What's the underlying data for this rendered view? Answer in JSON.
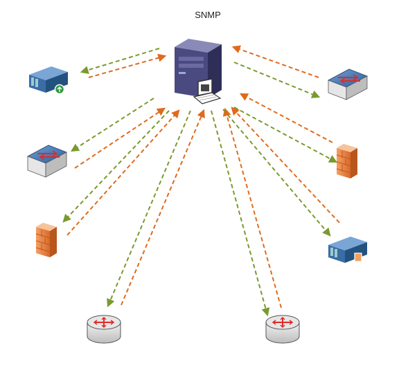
{
  "title": "SNMP",
  "colors": {
    "request_arrow": "#7a9a2e",
    "response_arrow": "#e06a1c",
    "server_body": "#3a3a66",
    "router_body": "#d9d9d9",
    "switch_top": "#4e7fb5",
    "firewall": "#e8863a"
  },
  "nodes": [
    {
      "id": "manager",
      "icon": "snmp-manager-server-icon"
    },
    {
      "id": "server-left",
      "icon": "rack-server-icon"
    },
    {
      "id": "switch-left",
      "icon": "network-switch-icon"
    },
    {
      "id": "firewall-left",
      "icon": "firewall-icon"
    },
    {
      "id": "router-left",
      "icon": "router-icon"
    },
    {
      "id": "router-right",
      "icon": "router-icon"
    },
    {
      "id": "server-right",
      "icon": "rack-server-icon"
    },
    {
      "id": "firewall-right",
      "icon": "firewall-icon"
    },
    {
      "id": "switch-right",
      "icon": "network-switch-icon"
    }
  ]
}
